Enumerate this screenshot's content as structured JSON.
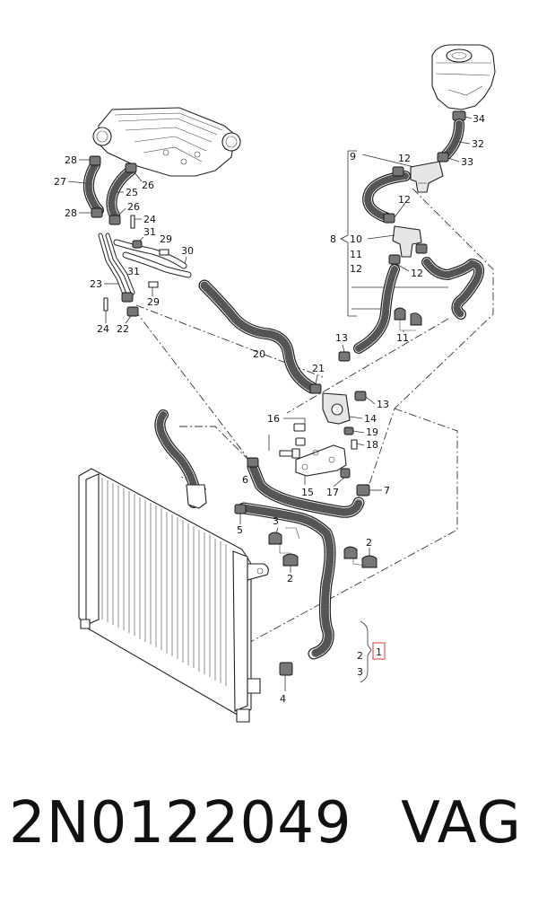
{
  "diagram": {
    "callouts": {
      "c34": "34",
      "c32": "32",
      "c33": "33",
      "c9": "9",
      "c12a": "12",
      "c12b": "12",
      "c12c": "12",
      "c8": "8",
      "c10": "10",
      "c11a": "11",
      "c12d": "12",
      "c11b": "11",
      "c13a": "13",
      "c13b": "13",
      "c28a": "28",
      "c27": "27",
      "c28b": "28",
      "c25": "25",
      "c26a": "26",
      "c26b": "26",
      "c24a": "24",
      "c31a": "31",
      "c29a": "29",
      "c30": "30",
      "c23": "23",
      "c31b": "31",
      "c29b": "29",
      "c24b": "24",
      "c22": "22",
      "c20": "20",
      "c21": "21",
      "c14": "14",
      "c16": "16",
      "c19": "19",
      "c18": "18",
      "c15": "15",
      "c17": "17",
      "c7": "7",
      "c6": "6",
      "c5": "5",
      "c3": "3",
      "c2a": "2",
      "c2b": "2",
      "c4": "4",
      "c2c": "2",
      "c3b": "3",
      "c1": "1"
    },
    "highlight_color": "#e05a5a"
  },
  "footer": {
    "part_number": "2N0122049",
    "brand": "VAG"
  }
}
